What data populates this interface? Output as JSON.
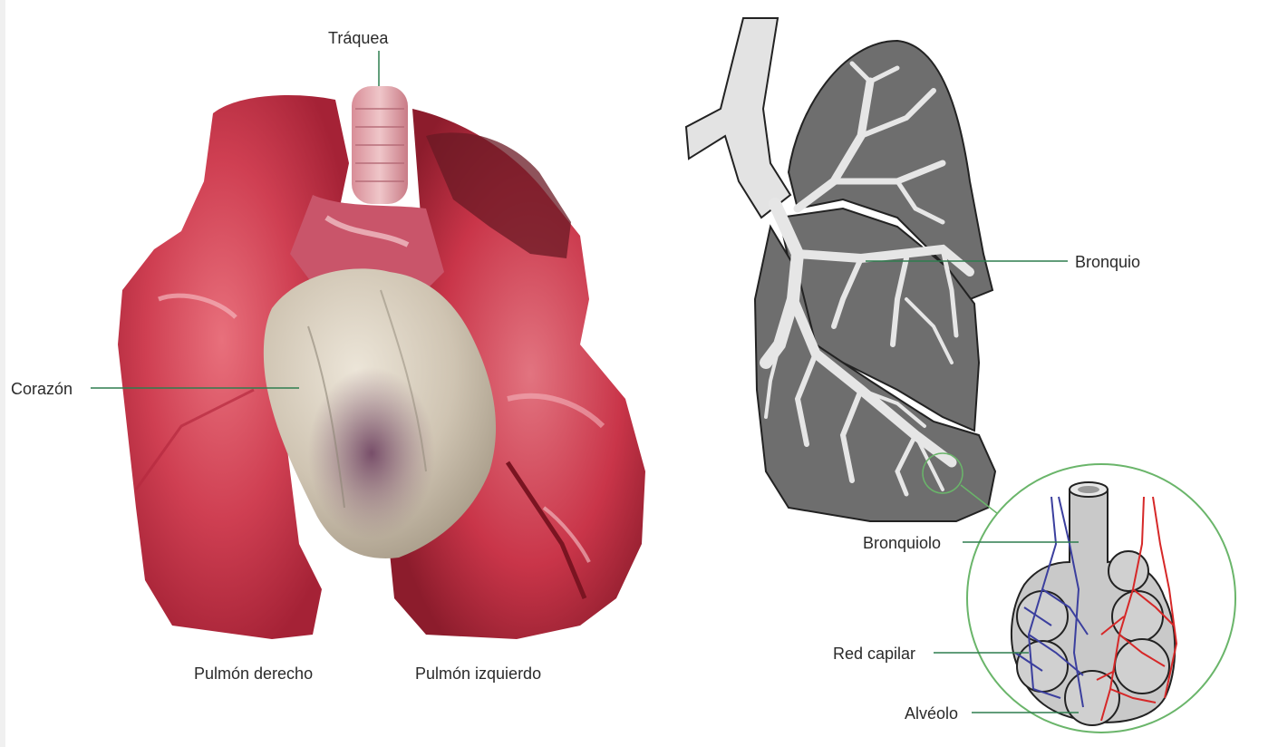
{
  "labels": {
    "traquea": "Tráquea",
    "corazon": "Corazón",
    "pulmon_derecho": "Pulmón derecho",
    "pulmon_izquierdo": "Pulmón izquierdo",
    "bronquio": "Bronquio",
    "bronquiolo": "Bronquiolo",
    "red_capilar": "Red capilar",
    "alveolo": "Alvéolo"
  },
  "colors": {
    "leader_line": "#2e7d4f",
    "lung_tissue": "#c8374a",
    "heart": "#d9cfc0",
    "diagram_lung": "#707070",
    "bronchi": "#e6e6e6",
    "vein": "#3b3f9e",
    "artery": "#d62828",
    "zoom_circle": "#6ab56a"
  }
}
